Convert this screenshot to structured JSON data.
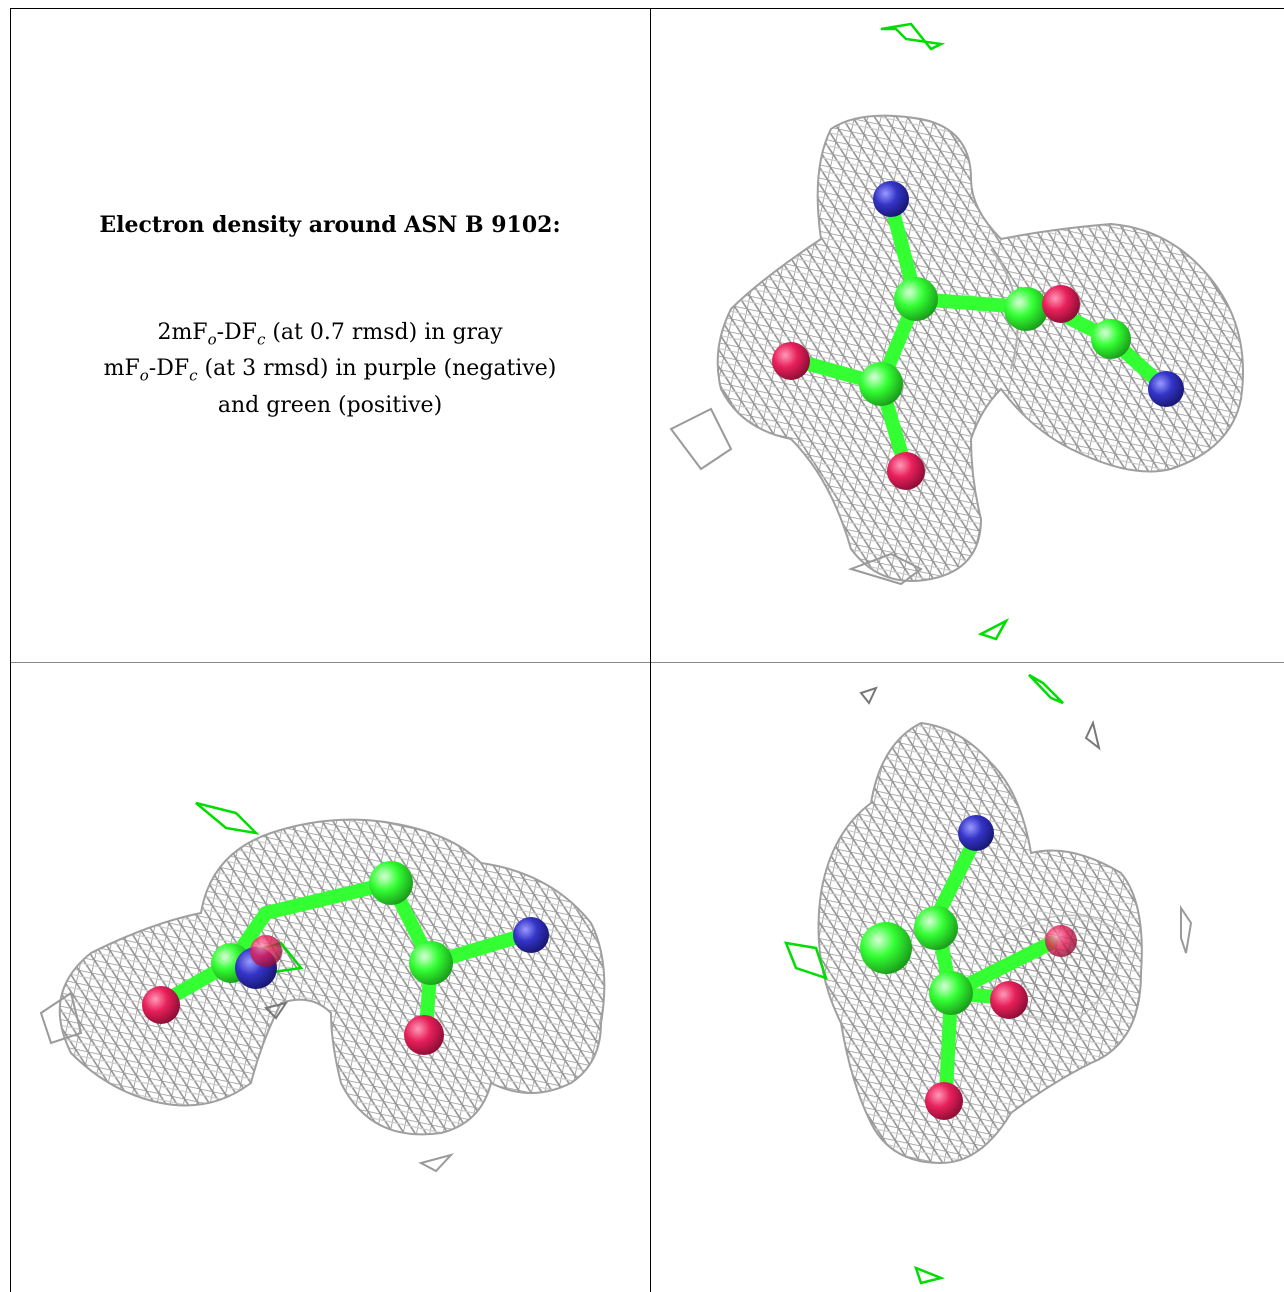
{
  "caption": {
    "title": "Electron density around ASN B 9102:",
    "line1_main": "2mF",
    "line1_sub1": "o",
    "line1_mid": "-DF",
    "line1_sub2": "c",
    "line1_tail": " (at 0.7 rmsd) in gray",
    "line2_main": "mF",
    "line2_sub1": "o",
    "line2_mid": "-DF",
    "line2_sub2": "c",
    "line2_tail": " (at 3 rmsd) in purple (negative)",
    "line3": "and green (positive)"
  },
  "colors": {
    "mesh_gray": "#9a9a9a",
    "carbon_green": "#33ff33",
    "oxygen_red": "#e8205a",
    "nitrogen_blue": "#3333cc",
    "diff_positive_green": "#00dd00"
  },
  "panels": [
    {
      "name": "view-top-right"
    },
    {
      "name": "view-bottom-left"
    },
    {
      "name": "view-bottom-right"
    }
  ]
}
